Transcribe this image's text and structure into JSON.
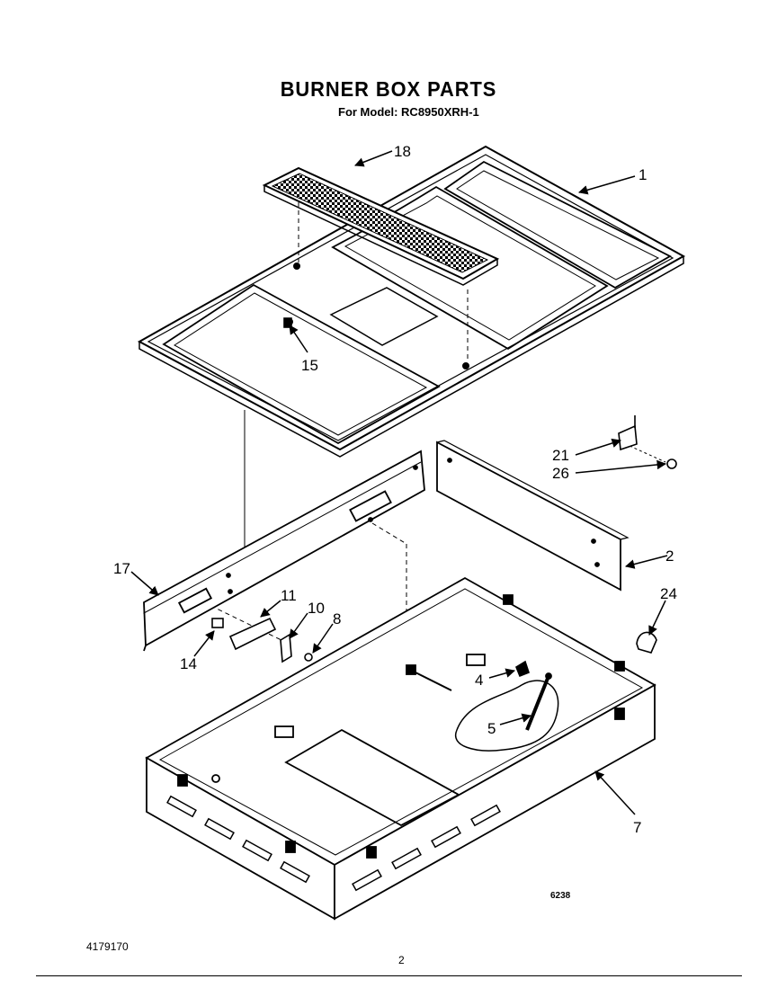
{
  "header": {
    "title": "BURNER BOX PARTS",
    "subtitle": "For Model: RC8950XRH-1"
  },
  "footer": {
    "part_number": "4179170",
    "page_number": "2",
    "figure_number": "6238"
  },
  "callouts": [
    {
      "id": "c1",
      "label": "1"
    },
    {
      "id": "c2",
      "label": "2"
    },
    {
      "id": "c4",
      "label": "4"
    },
    {
      "id": "c5",
      "label": "5"
    },
    {
      "id": "c7",
      "label": "7"
    },
    {
      "id": "c8",
      "label": "8"
    },
    {
      "id": "c10",
      "label": "10"
    },
    {
      "id": "c11",
      "label": "11"
    },
    {
      "id": "c14",
      "label": "14"
    },
    {
      "id": "c15",
      "label": "15"
    },
    {
      "id": "c17",
      "label": "17"
    },
    {
      "id": "c18",
      "label": "18"
    },
    {
      "id": "c21",
      "label": "21"
    },
    {
      "id": "c24",
      "label": "24"
    },
    {
      "id": "c26",
      "label": "26"
    }
  ]
}
